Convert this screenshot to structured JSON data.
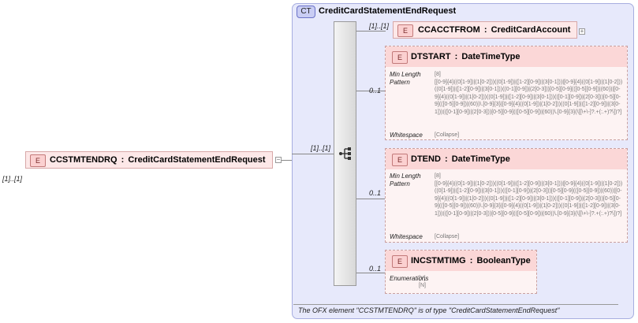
{
  "root": {
    "occurrence": "[1]..[1]",
    "badge": "E",
    "name": "CCSTMTENDRQ",
    "separator": ":",
    "type": "CreditCardStatementEndRequest",
    "expander": "−"
  },
  "complex_type": {
    "badge": "CT",
    "name": "CreditCardStatementEndRequest",
    "sequence_occurrence": "[1]..[1]"
  },
  "children": [
    {
      "occurrence": "[1]..[1]",
      "badge": "E",
      "name": "CCACCTFROM",
      "separator": ":",
      "type": "CreditCardAccount",
      "expander": "+"
    },
    {
      "occurrence": "0..1",
      "badge": "E",
      "name": "DTSTART",
      "separator": ":",
      "type": "DateTimeType",
      "facets": [
        {
          "label": "Min Length",
          "value": "[8]"
        },
        {
          "label": "Pattern",
          "value": "[[0-9]{4}((0[1-9])|(1[0-2]))((0[1-9])|([1-2][0-9])|(3[0-1]))|[0-9]{4}((0[1-9])|(1[0-2]))((0[1-9])|([1-2][0-9])|(3[0-1]))((0-1][0-9])|(2[0-3]))[0-5][0-9](([0-5][0-9])|(60))|[0-9]{4}((0[1-9])|(1[0-2]))((0[1-9])|([1-2][0-9])|(3[0-1]))(([0-1][0-9])|(2[0-3]))[0-5][0-9](([0-5][0-9])|(60))\\.[0-9]{3}|[0-9]{4}((0[1-9])|(1[0-2]))((0[1-9])|([1-2][0-9])|(3[0-1]))(([0-1][0-9])|(2[0-3]))[0-5][0-9](([0-5][0-9])|(60))\\.[0-9]{3}(\\[[\\+\\-]?.+(:.+)?\\])?]"
        },
        {
          "label": "Whitespace",
          "value": "[Collapse]"
        }
      ]
    },
    {
      "occurrence": "0..1",
      "badge": "E",
      "name": "DTEND",
      "separator": ":",
      "type": "DateTimeType",
      "facets": [
        {
          "label": "Min Length",
          "value": "[8]"
        },
        {
          "label": "Pattern",
          "value": "[[0-9]{4}((0[1-9])|(1[0-2]))((0[1-9])|([1-2][0-9])|(3[0-1]))|[0-9]{4}((0[1-9])|(1[0-2]))((0[1-9])|([1-2][0-9])|(3[0-1]))(([0-1][0-9])|(2[0-3]))[0-5][0-9](([0-5][0-9])|(60))|[0-9]{4}((0[1-9])|(1[0-2]))((0[1-9])|([1-2][0-9])|(3[0-1]))(([0-1][0-9])|(2[0-3]))[0-5][0-9](([0-5][0-9])|(60))\\.[0-9]{3}|[0-9]{4}((0[1-9])|(1[0-2]))((0[1-9])|([1-2][0-9])|(3[0-1]))(([0-1][0-9])|(2[0-3]))[0-5][0-9](([0-5][0-9])|(60))\\.[0-9]{3}(\\[[\\+\\-]?.+(:.+)?\\])?]"
        },
        {
          "label": "Whitespace",
          "value": "[Collapse]"
        }
      ]
    },
    {
      "occurrence": "0..1",
      "badge": "E",
      "name": "INCSTMTIMG",
      "separator": ":",
      "type": "BooleanType",
      "facets": [
        {
          "label": "Enumerations",
          "value": "[Y]"
        },
        {
          "label": "",
          "value": "[N]"
        }
      ]
    }
  ],
  "footer": "The OFX element \"CCSTMTENDRQ\" is of type \"CreditCardStatementEndRequest\"",
  "colors": {
    "panel": "#e7e9fb",
    "element_fill": "#fde8e8",
    "element_border": "#d8a8a8",
    "badge_text": "#7a2b2b"
  },
  "icons": [
    "sequence-compositor-icon",
    "expand-plus-icon",
    "collapse-minus-icon"
  ]
}
